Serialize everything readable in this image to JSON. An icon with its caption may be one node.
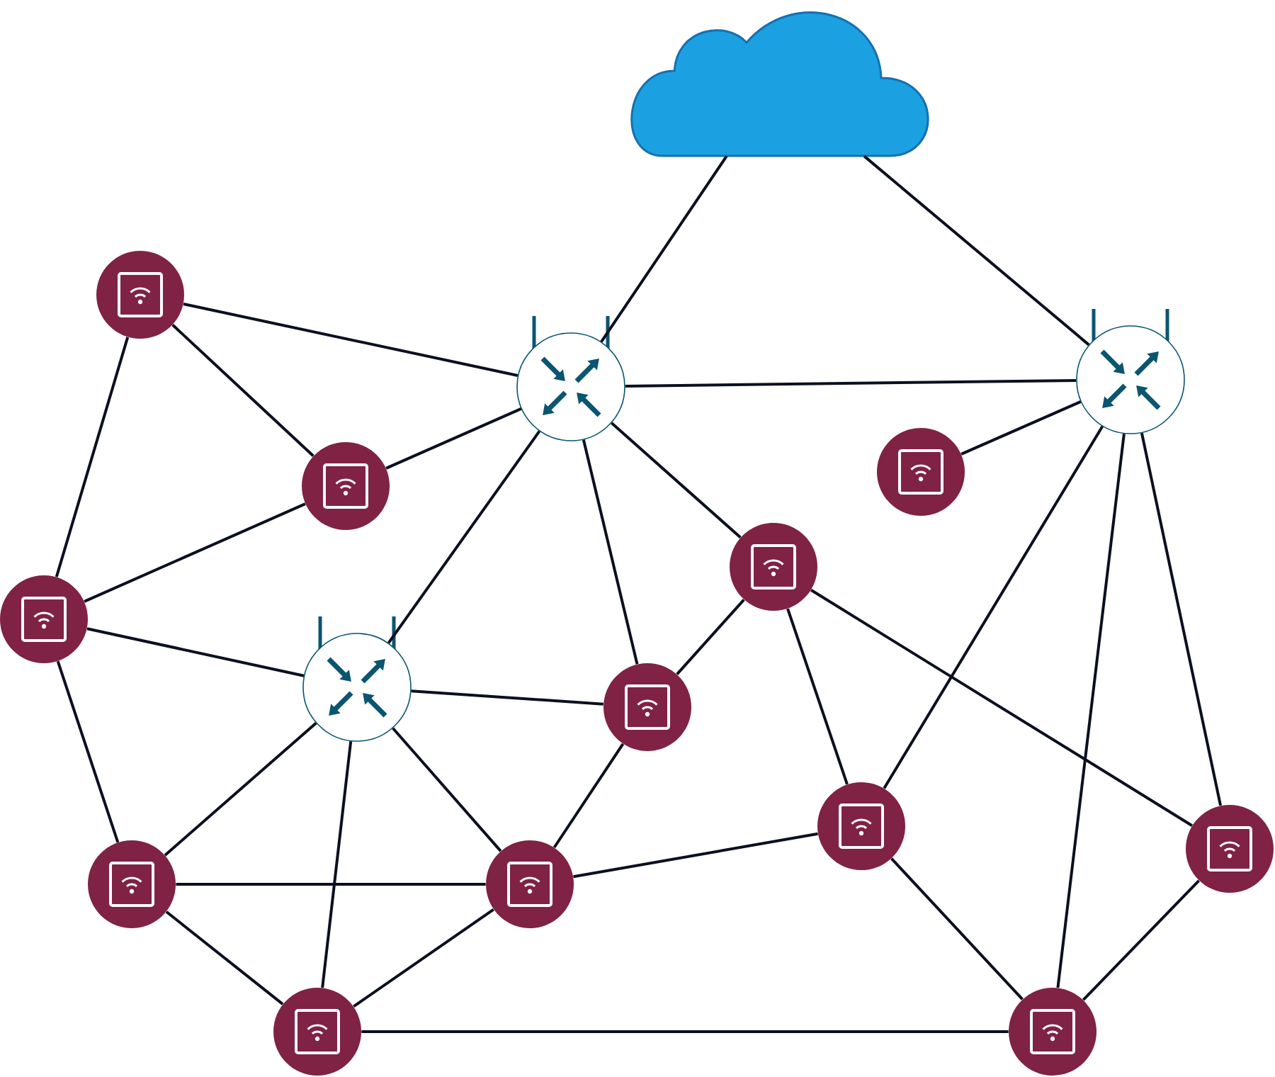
{
  "diagram": {
    "nodes": [
      {
        "text": [],
        "shape": "cloud"
      },
      {
        "text": [],
        "shape": "router"
      },
      {
        "text": [],
        "shape": "router"
      },
      {
        "text": [],
        "shape": "circle"
      },
      {
        "text": [],
        "shape": "circle"
      },
      {
        "text": [],
        "shape": "circle"
      },
      {
        "text": [],
        "shape": "circle"
      },
      {
        "text": [],
        "shape": "circle"
      },
      {
        "text": [],
        "shape": "router"
      },
      {
        "text": [],
        "shape": "circle"
      },
      {
        "text": [],
        "shape": "circle"
      },
      {
        "text": [],
        "shape": "circle"
      },
      {
        "text": [],
        "shape": "circle"
      },
      {
        "text": [],
        "shape": "circle"
      },
      {
        "text": [],
        "shape": "circle"
      },
      {
        "text": [],
        "shape": "circle"
      }
    ],
    "edges": [
      {
        "from": 0,
        "to": 1,
        "arrow": "none"
      },
      {
        "from": 0,
        "to": 2,
        "arrow": "none"
      },
      {
        "from": 3,
        "to": 1,
        "arrow": "none"
      },
      {
        "from": 3,
        "to": 4,
        "arrow": "none"
      },
      {
        "from": 3,
        "to": 6,
        "arrow": "none"
      },
      {
        "from": 1,
        "to": 2,
        "arrow": "none"
      },
      {
        "from": 1,
        "to": 4,
        "arrow": "none"
      },
      {
        "from": 1,
        "to": 8,
        "arrow": "none"
      },
      {
        "from": 1,
        "to": 9,
        "arrow": "none"
      },
      {
        "from": 1,
        "to": 7,
        "arrow": "none"
      },
      {
        "from": 2,
        "to": 5,
        "arrow": "none"
      },
      {
        "from": 2,
        "to": 10,
        "arrow": "none"
      },
      {
        "from": 2,
        "to": 15,
        "arrow": "none"
      },
      {
        "from": 2,
        "to": 11,
        "arrow": "none"
      },
      {
        "from": 4,
        "to": 6,
        "arrow": "none"
      },
      {
        "from": 6,
        "to": 8,
        "arrow": "none"
      },
      {
        "from": 6,
        "to": 12,
        "arrow": "none"
      },
      {
        "from": 8,
        "to": 9,
        "arrow": "none"
      },
      {
        "from": 8,
        "to": 12,
        "arrow": "none"
      },
      {
        "from": 8,
        "to": 13,
        "arrow": "none"
      },
      {
        "from": 8,
        "to": 14,
        "arrow": "none"
      },
      {
        "from": 7,
        "to": 9,
        "arrow": "none"
      },
      {
        "from": 7,
        "to": 10,
        "arrow": "none"
      },
      {
        "from": 7,
        "to": 11,
        "arrow": "none"
      },
      {
        "from": 9,
        "to": 13,
        "arrow": "none"
      },
      {
        "from": 13,
        "to": 10,
        "arrow": "none"
      },
      {
        "from": 12,
        "to": 13,
        "arrow": "none"
      },
      {
        "from": 12,
        "to": 14,
        "arrow": "none"
      },
      {
        "from": 14,
        "to": 13,
        "arrow": "none"
      },
      {
        "from": 14,
        "to": 15,
        "arrow": "none"
      },
      {
        "from": 10,
        "to": 15,
        "arrow": "none"
      },
      {
        "from": 15,
        "to": 11,
        "arrow": "none"
      }
    ]
  }
}
